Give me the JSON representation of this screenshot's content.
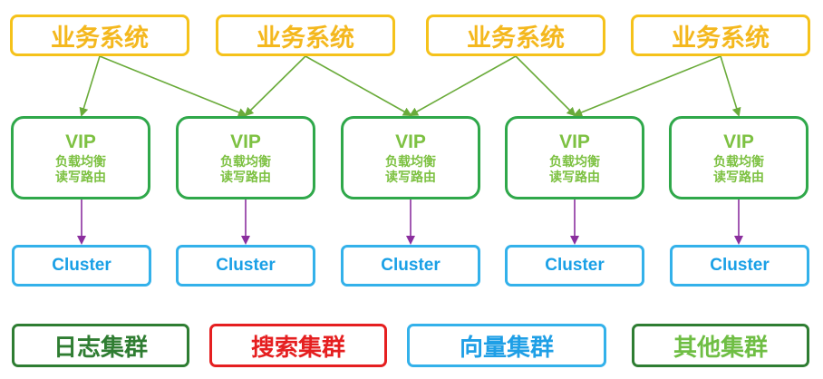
{
  "business_systems": [
    "业务系统",
    "业务系统",
    "业务系统",
    "业务系统"
  ],
  "vip_nodes": [
    {
      "title": "VIP",
      "line1": "负载均衡",
      "line2": "读写路由"
    },
    {
      "title": "VIP",
      "line1": "负载均衡",
      "line2": "读写路由"
    },
    {
      "title": "VIP",
      "line1": "负载均衡",
      "line2": "读写路由"
    },
    {
      "title": "VIP",
      "line1": "负载均衡",
      "line2": "读写路由"
    },
    {
      "title": "VIP",
      "line1": "负载均衡",
      "line2": "读写路由"
    }
  ],
  "clusters": [
    "Cluster",
    "Cluster",
    "Cluster",
    "Cluster",
    "Cluster"
  ],
  "legend": {
    "log": "日志集群",
    "search": "搜索集群",
    "vector": "向量集群",
    "other": "其他集群"
  },
  "colors": {
    "business": "#f5c21b",
    "vip": "#2fa84a",
    "vip_text": "#7dc142",
    "cluster": "#33b1ea",
    "arrow_green": "#6aab3a",
    "arrow_purple": "#8b2f9e",
    "log": "#2e7d32",
    "search": "#e51f20",
    "vector": "#33b1ea",
    "other": "#6fbe44"
  }
}
